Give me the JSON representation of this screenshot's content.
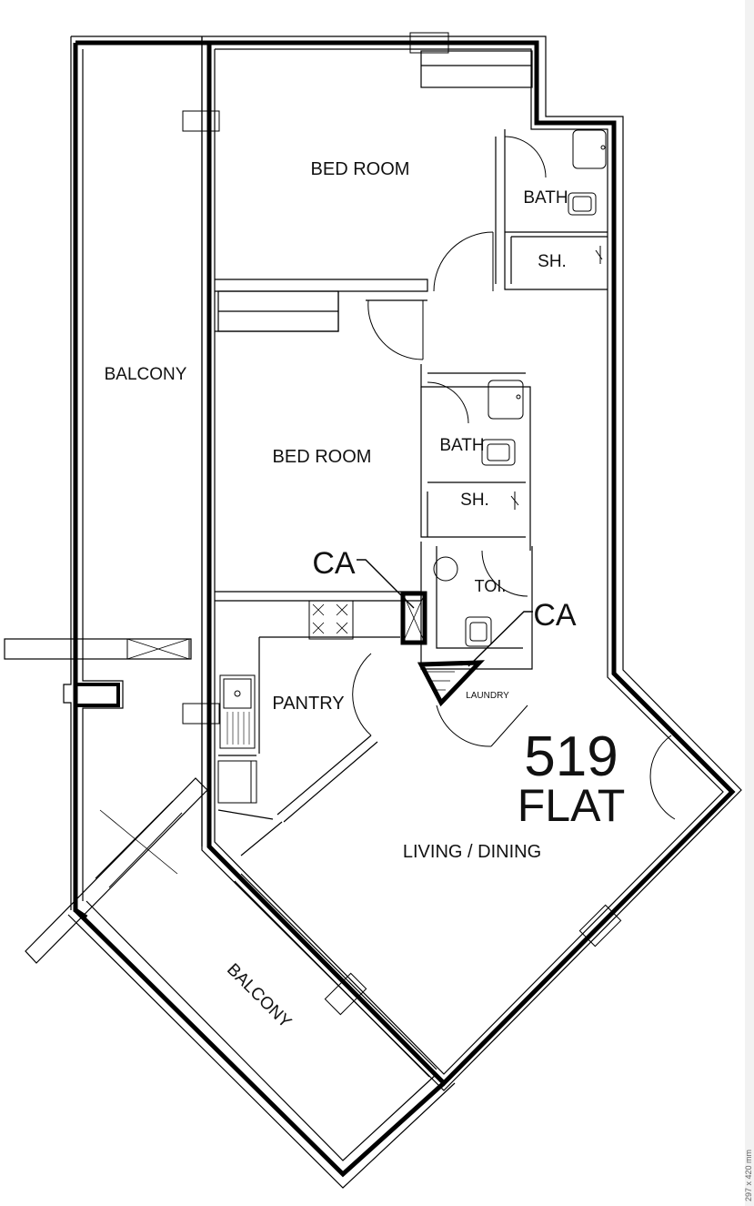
{
  "unit": {
    "number": "519",
    "type": "FLAT"
  },
  "rooms": {
    "bedroom_1": "BED ROOM",
    "bedroom_2": "BED ROOM",
    "bath_1": "BATH",
    "shower_1": "SH.",
    "bath_2": "BATH",
    "shower_2": "SH.",
    "toilet": "TOI.",
    "laundry": "LAUNDRY",
    "pantry": "PANTRY",
    "living": "LIVING / DINING",
    "balcony_1": "BALCONY",
    "balcony_2": "BALCONY"
  },
  "markers": {
    "ca_1": "CA",
    "ca_2": "CA"
  },
  "side_note": "297 x 420 mm"
}
